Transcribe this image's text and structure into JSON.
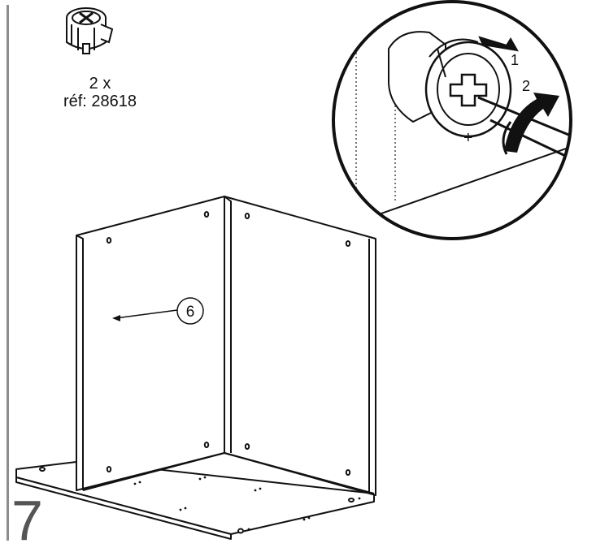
{
  "step": {
    "number": "7"
  },
  "part": {
    "quantity": "2 x",
    "reference": "réf: 28618",
    "icon": "cam-lock-fitting-icon"
  },
  "callout": {
    "panel_label": "6"
  },
  "detail": {
    "arrow_push_label": "1",
    "arrow_turn_label": "2",
    "plus_sign": "+"
  },
  "colors": {
    "line": "#111111",
    "sidebar": "#8c8c8c",
    "step_number": "#555555"
  }
}
